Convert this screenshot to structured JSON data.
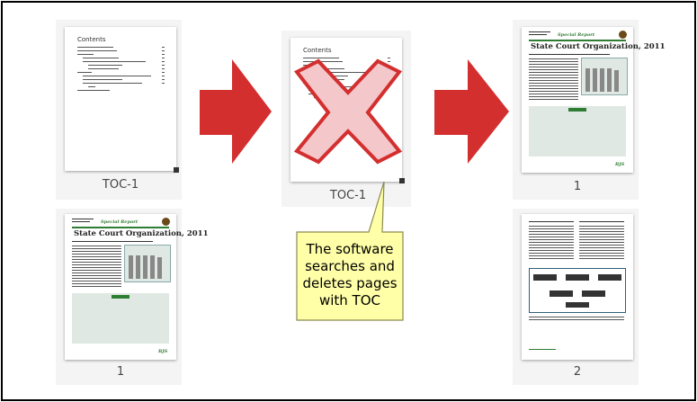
{
  "thumbnails": {
    "toc_top_left": {
      "caption": "TOC-1",
      "heading": "Contents"
    },
    "report_bottom_left": {
      "caption": "1",
      "title": "State Court Organization, 2011",
      "tag": "Special Report"
    },
    "toc_crossed": {
      "caption": "TOC-1",
      "heading": "Contents"
    },
    "report_top_right": {
      "caption": "1",
      "title": "State Court Organization, 2011",
      "tag": "Special Report"
    },
    "page_bottom_right": {
      "caption": "2"
    }
  },
  "callout": {
    "lines": [
      "The software",
      "searches and",
      "deletes pages",
      "with TOC"
    ]
  },
  "colors": {
    "arrow": "#d32f2f",
    "cross_fill": "#f4c7cb",
    "cross_stroke": "#d32f2f",
    "callout_fill": "#ffffa8",
    "callout_stroke": "#8a8a50"
  }
}
